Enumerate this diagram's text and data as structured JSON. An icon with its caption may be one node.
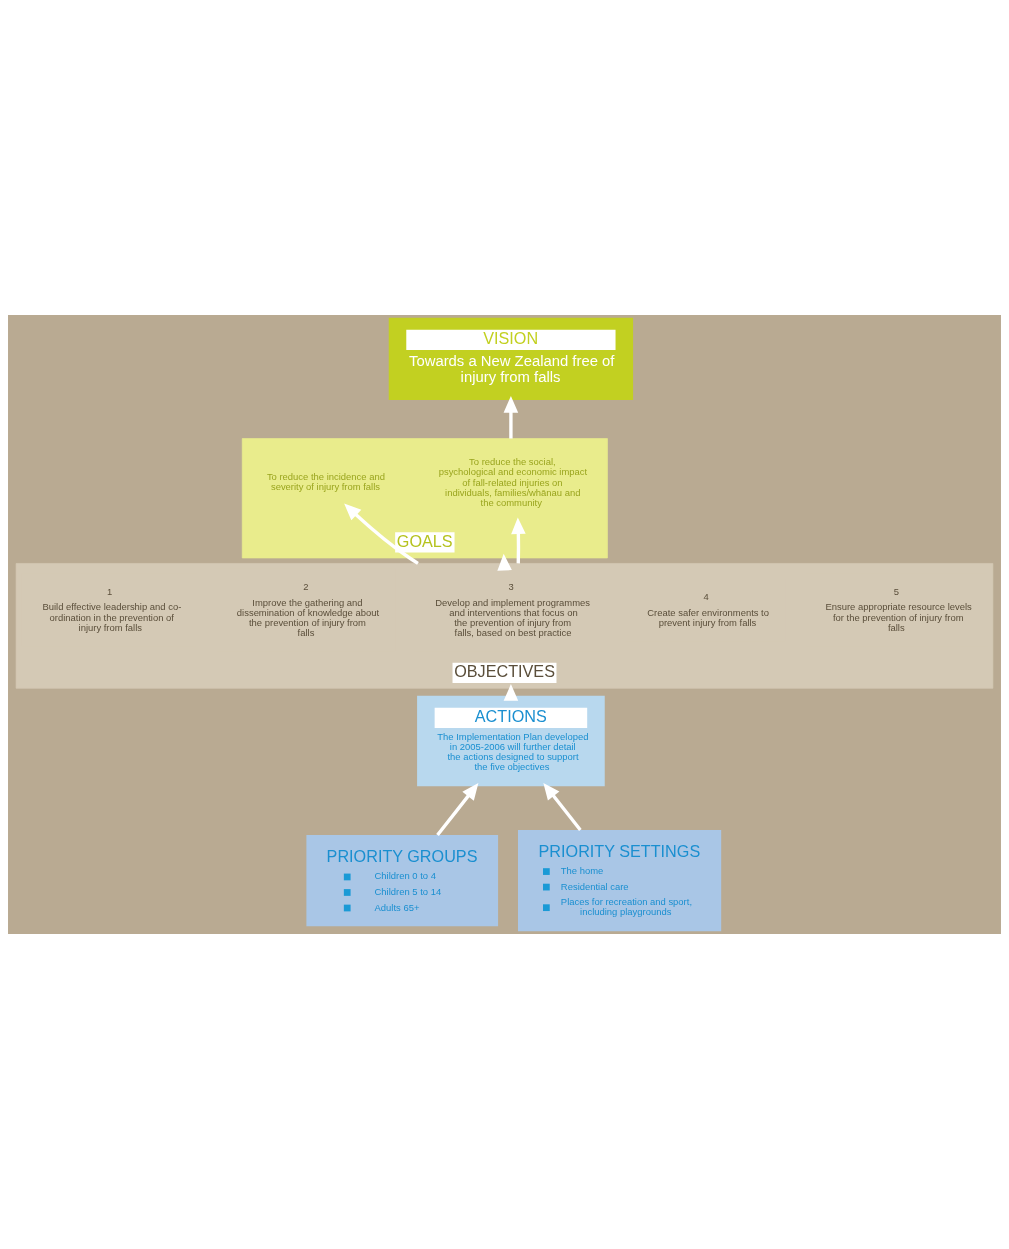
{
  "diagram": {
    "nodes": [
      {
        "text": [
          "VISION",
          "Towards a New Zealand free of injury from falls"
        ]
      },
      {
        "text": [
          "GOALS"
        ]
      },
      {
        "text": [
          "To reduce the incidence and severity of injury from falls"
        ],
        "in": 1
      },
      {
        "text": [
          "To reduce the social, psychological and economic impact of fall-related injuries on individuals, families/whānau and the community"
        ],
        "in": 1
      },
      {
        "text": [
          "OBJECTIVES"
        ]
      },
      {
        "text": [
          "1",
          "Build effective leadership and co-ordination in the prevention of injury from falls"
        ],
        "in": 4
      },
      {
        "text": [
          "2",
          "Improve the gathering and dissemination of knowledge about the prevention of injury from falls"
        ],
        "in": 4
      },
      {
        "text": [
          "3",
          "Develop and implement programmes and interventions that focus on the prevention of injury from falls, based on best practice"
        ],
        "in": 4
      },
      {
        "text": [
          "4",
          "Create safer environments to prevent injury from falls"
        ],
        "in": 4
      },
      {
        "text": [
          "5",
          "Ensure appropriate resource levels for the prevention of injury from falls"
        ],
        "in": 4
      },
      {
        "text": [
          "ACTIONS",
          "The Implementation Plan developed in 2005-2006 will further detail the actions designed to support the five objectives"
        ]
      },
      {
        "text": [
          "PRIORITY GROUPS",
          "Children 0 to 4",
          "Children 5 to 14",
          "Adults 65+"
        ]
      },
      {
        "text": [
          "PRIORITY SETTINGS",
          "The home",
          "Residential care",
          "Places for recreation and sport, including playgrounds"
        ]
      }
    ],
    "edges": [
      {
        "from": 1,
        "to": 0,
        "arrow": "to"
      },
      {
        "from": 4,
        "to": 1,
        "arrow": "to"
      },
      {
        "from": 4,
        "to": 2,
        "arrow": "to"
      },
      {
        "from": 4,
        "to": 3,
        "arrow": "to"
      },
      {
        "from": 10,
        "to": 4,
        "arrow": "to"
      },
      {
        "from": 11,
        "to": 10,
        "arrow": "to"
      },
      {
        "from": 12,
        "to": 10,
        "arrow": "to"
      }
    ]
  }
}
